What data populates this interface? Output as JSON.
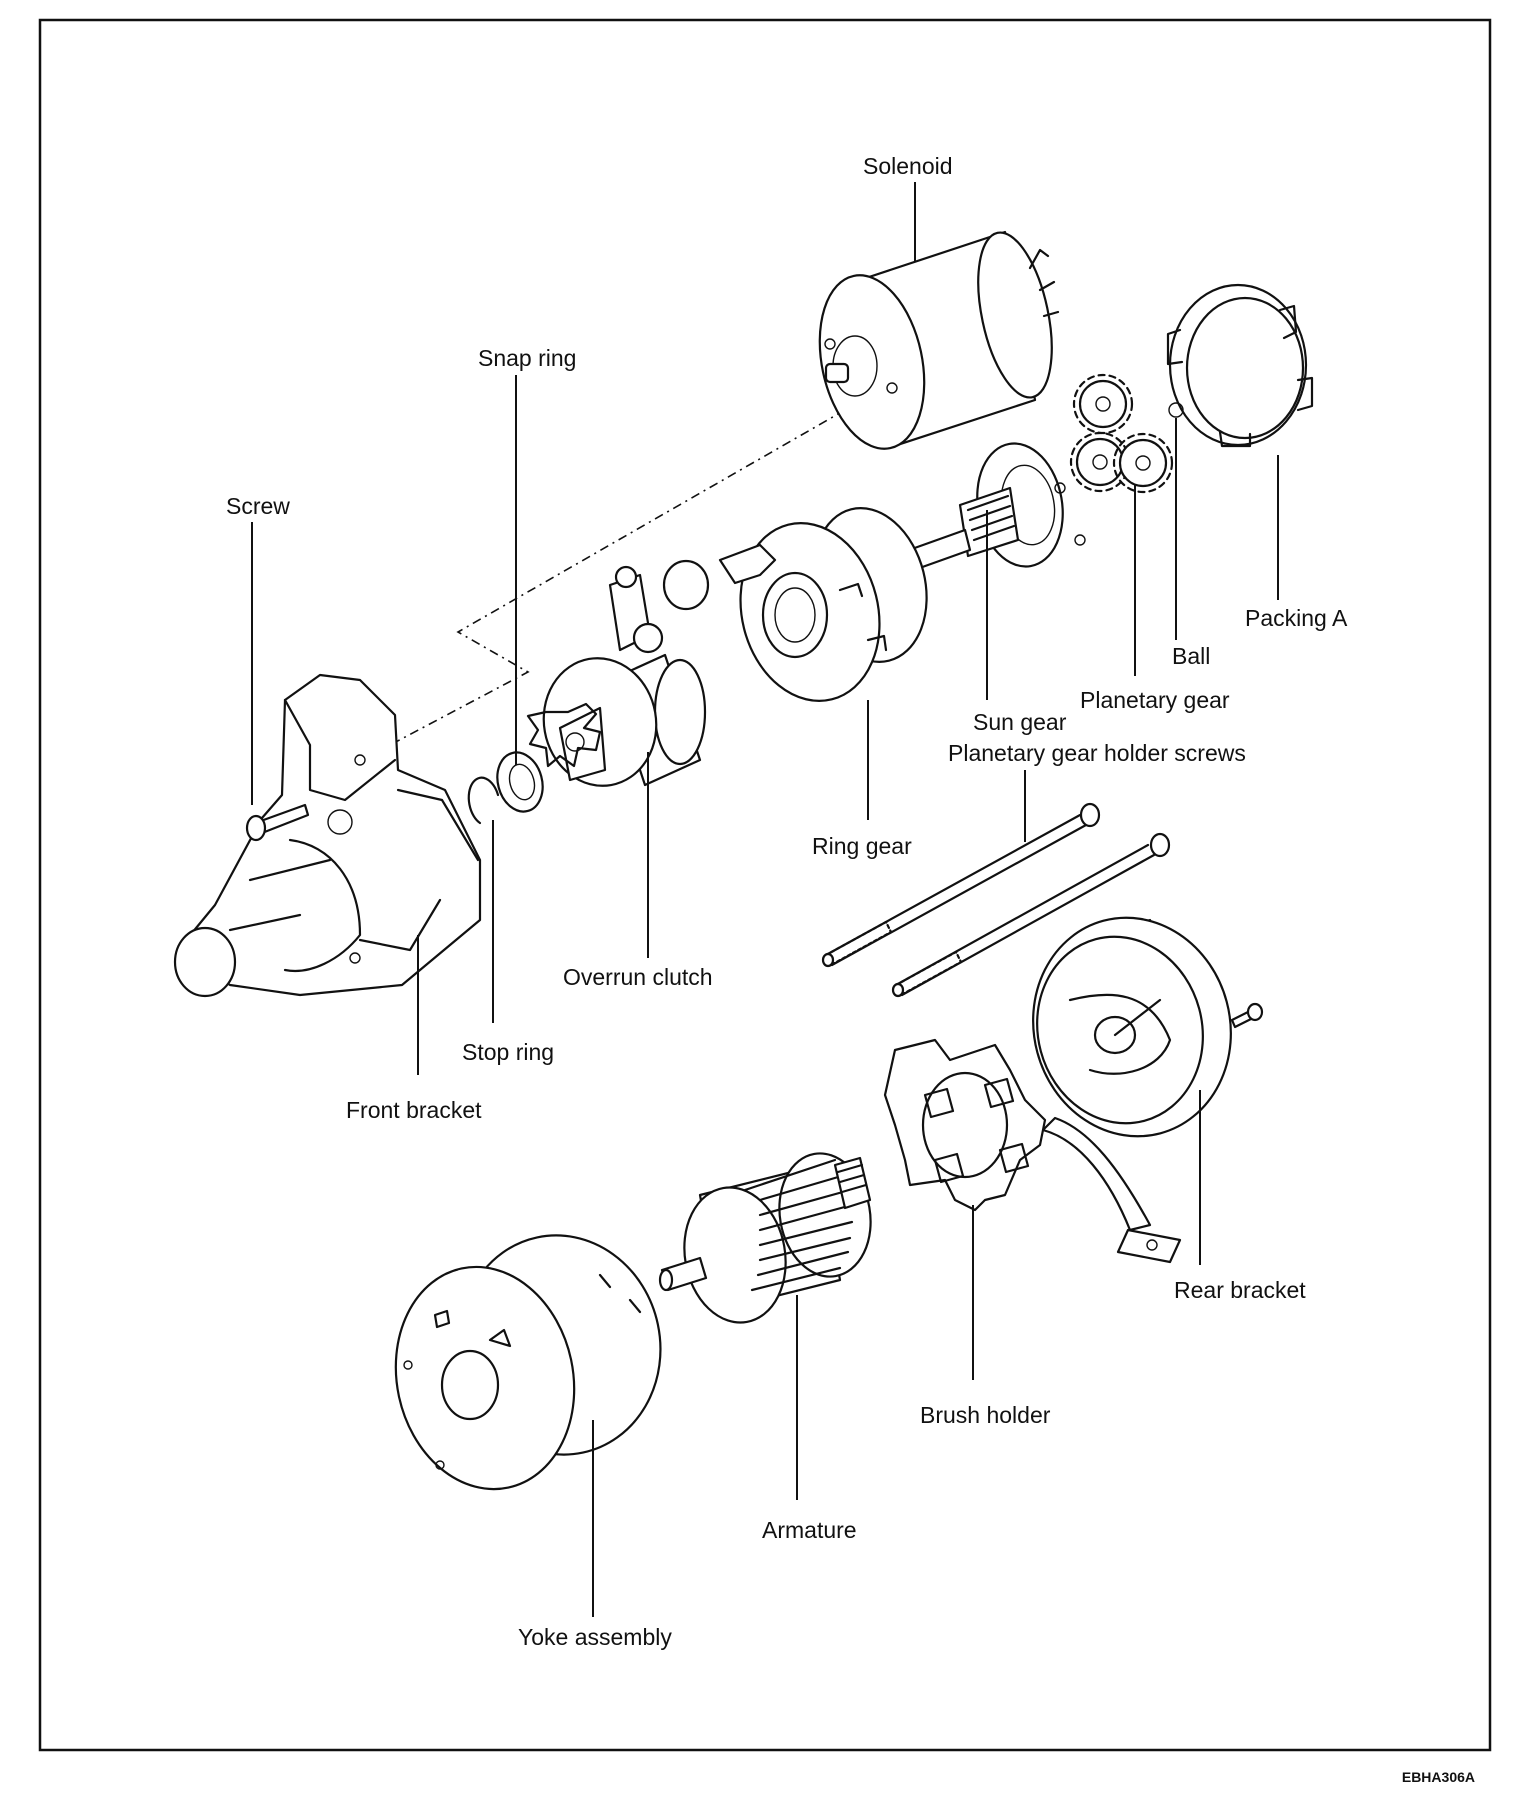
{
  "labels": {
    "solenoid": "Solenoid",
    "snap_ring": "Snap ring",
    "screw": "Screw",
    "packing_a": "Packing A",
    "ball": "Ball",
    "planetary_gear": "Planetary gear",
    "sun_gear": "Sun gear",
    "planetary_gear_holder_screws": "Planetary gear holder screws",
    "ring_gear": "Ring gear",
    "overrun_clutch": "Overrun clutch",
    "stop_ring": "Stop ring",
    "front_bracket": "Front bracket",
    "rear_bracket": "Rear bracket",
    "brush_holder": "Brush holder",
    "armature": "Armature",
    "yoke_assembly": "Yoke assembly"
  },
  "figure_code": "EBHA306A"
}
